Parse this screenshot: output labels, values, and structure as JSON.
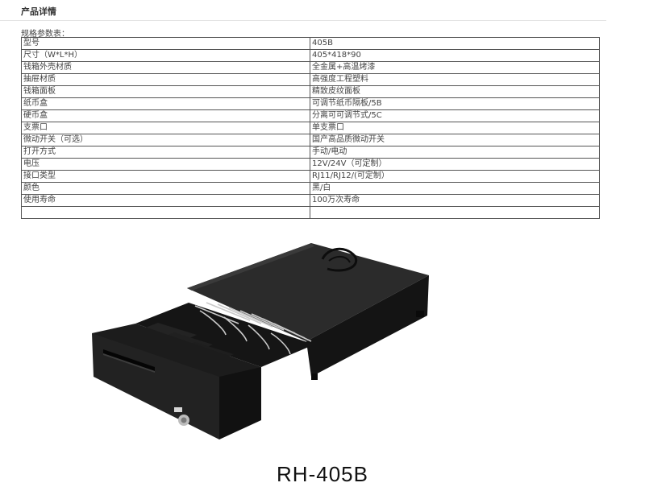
{
  "section_title": "产品详情",
  "spec_caption": "规格参数表：",
  "specs": [
    {
      "key": "型号",
      "value": "405B"
    },
    {
      "key": "尺寸（W*L*H）",
      "value": "405*418*90"
    },
    {
      "key": "钱箱外壳材质",
      "value": "全金属+高温烤漆"
    },
    {
      "key": "抽屉材质",
      "value": "高强度工程塑料"
    },
    {
      "key": "钱箱面板",
      "value": "精致皮纹面板"
    },
    {
      "key": "纸币盒",
      "value": "可调节纸币隔板/5B"
    },
    {
      "key": "硬币盒",
      "value": "分离可可调节式/5C"
    },
    {
      "key": "支票口",
      "value": "单支票口"
    },
    {
      "key": "微动开关（可选）",
      "value": "国产高品质微动开关"
    },
    {
      "key": "打开方式",
      "value": "手动/电动"
    },
    {
      "key": "电压",
      "value": "12V/24V（可定制）"
    },
    {
      "key": "接口类型",
      "value": "RJ11/RJ12/(可定制）"
    },
    {
      "key": "颜色",
      "value": "黑/白"
    },
    {
      "key": "使用寿命",
      "value": "100万次寿命"
    },
    {
      "key": "",
      "value": ""
    }
  ],
  "model_label": "RH-405B",
  "colors": {
    "text": "#444444",
    "border": "#555555",
    "drawer": "#1c1c1c"
  }
}
